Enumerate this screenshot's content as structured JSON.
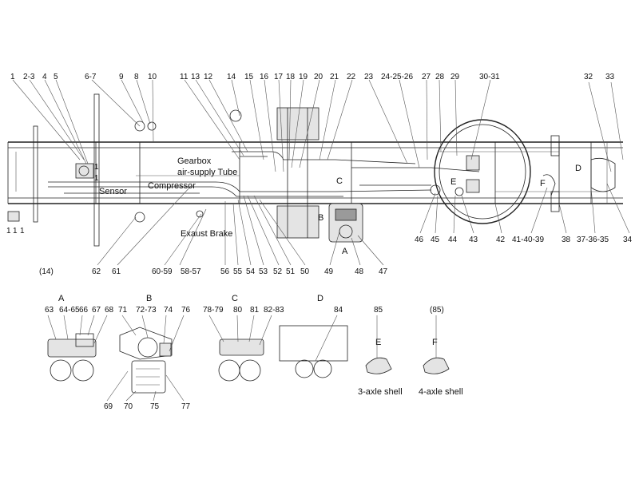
{
  "callouts": {
    "top": [
      "1",
      "2-3",
      "4",
      "5",
      "6-7",
      "9",
      "8",
      "10",
      "11",
      "13",
      "12",
      "14",
      "15",
      "16",
      "17",
      "18",
      "19",
      "20",
      "21",
      "22",
      "23",
      "24-25-26",
      "27",
      "28",
      "29",
      "30-31",
      "32",
      "33"
    ],
    "bottom": [
      "62",
      "61",
      "60-59",
      "58-57",
      "56",
      "55",
      "54",
      "53",
      "52",
      "51",
      "50",
      "49",
      "48",
      "47",
      "46",
      "45",
      "44",
      "43",
      "42",
      "41-40-39",
      "38",
      "37-36-35",
      "34"
    ],
    "paren14": "(14)",
    "small_one": "1",
    "detailA": [
      "63",
      "64-65",
      "66",
      "67",
      "68"
    ],
    "detailB_top": [
      "71",
      "72-73",
      "74",
      "76"
    ],
    "detailB_bottom": [
      "69",
      "70",
      "75",
      "77"
    ],
    "detailC": [
      "78-79",
      "80",
      "81",
      "82-83"
    ],
    "detailD": [
      "84"
    ],
    "detailE": [
      "85"
    ],
    "detailF": [
      "(85)"
    ]
  },
  "text_labels": {
    "gearbox_line1": "Gearbox",
    "gearbox_line2": "air-supply Tube",
    "sensor": "Sensor",
    "compressor": "Compressor",
    "exhaust_brake": "Exaust Brake"
  },
  "letters": {
    "A": "A",
    "B": "B",
    "C": "C",
    "D": "D",
    "E": "E",
    "F": "F"
  },
  "captions": {
    "three_axle": "3-axle shell",
    "four_axle": "4-axle shell"
  }
}
